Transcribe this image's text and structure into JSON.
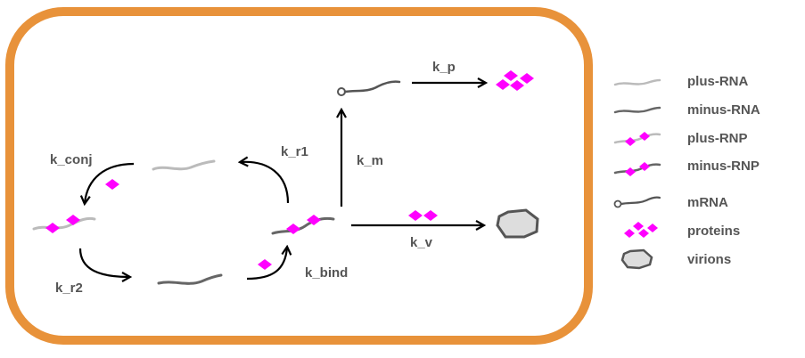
{
  "colors": {
    "cell_border": "#E8923A",
    "plus_rna": "#bbbbbb",
    "minus_rna": "#666666",
    "protein": "#FF00FF",
    "arrow": "#000000",
    "virion_stroke": "#555555",
    "virion_fill": "#dddddd",
    "text": "#555555"
  },
  "rates": {
    "k_p": "k_p",
    "k_r1": "k_r1",
    "k_m": "k_m",
    "k_conj": "k_conj",
    "k_v": "k_v",
    "k_r2": "k_r2",
    "k_bind": "k_bind"
  },
  "legend": {
    "plus_rna": "plus-RNA",
    "minus_rna": "minus-RNA",
    "plus_rnp": "plus-RNP",
    "minus_rnp": "minus-RNP",
    "mrna": "mRNA",
    "proteins": "proteins",
    "virions": "virions"
  }
}
